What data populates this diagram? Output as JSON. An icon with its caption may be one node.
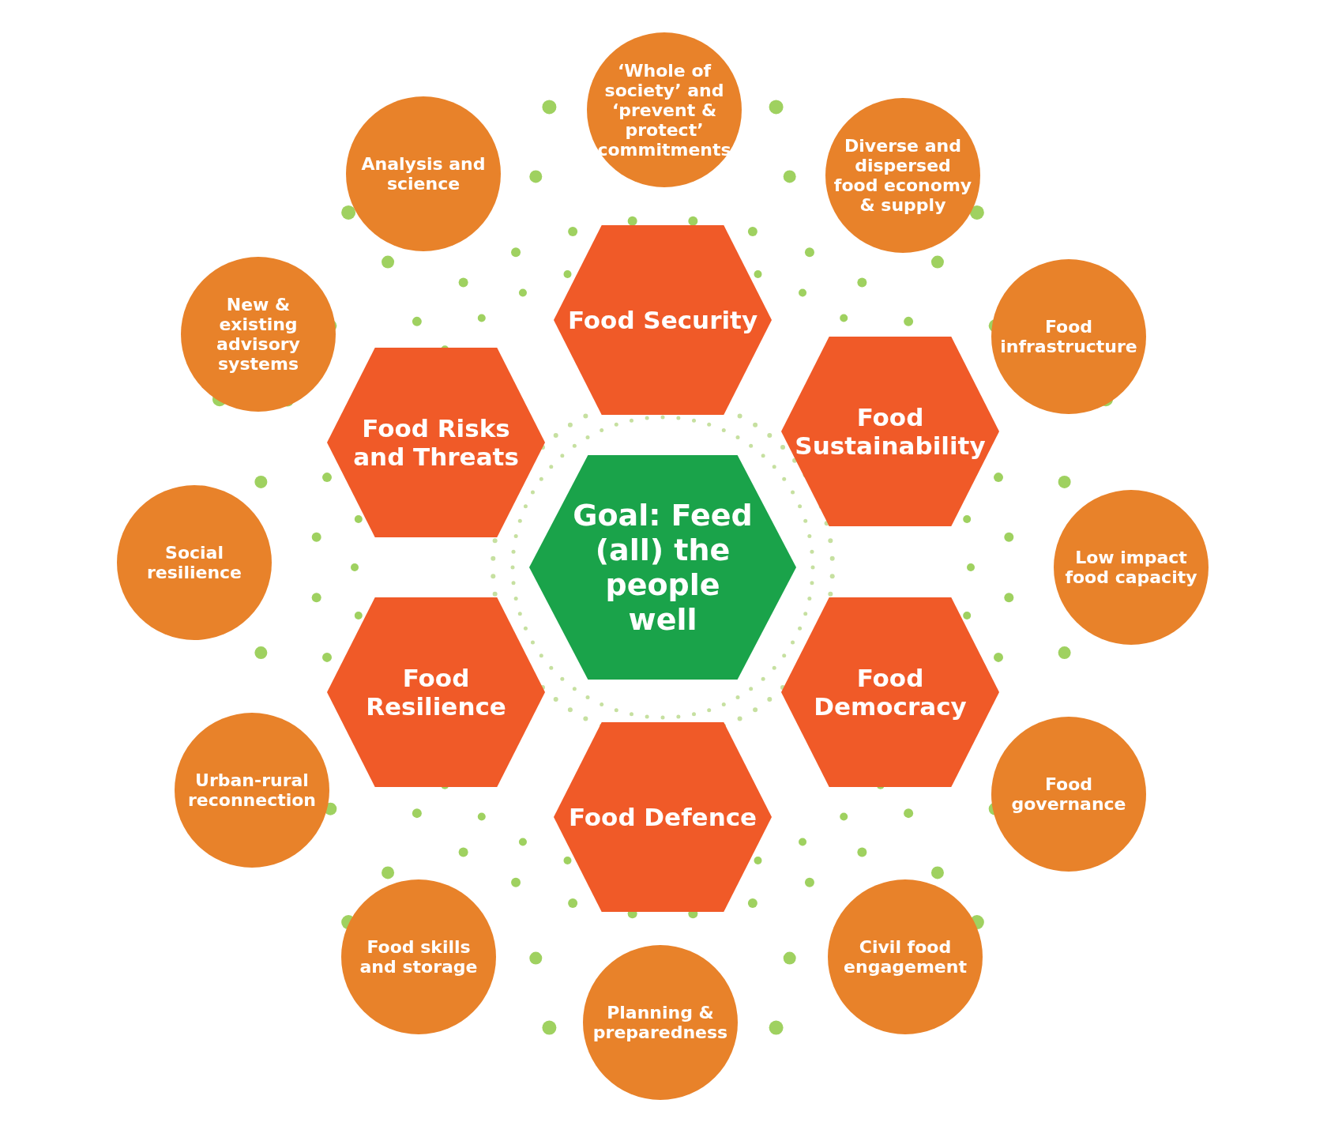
{
  "diagram": {
    "nodes": [
      {
        "text": [
          "Goal: Feed (all) the people well"
        ]
      },
      {
        "text": [
          "Food Security"
        ]
      },
      {
        "text": [
          "Food Sustainability"
        ]
      },
      {
        "text": [
          "Food Democracy"
        ]
      },
      {
        "text": [
          "Food Defence"
        ]
      },
      {
        "text": [
          "Food Resilience"
        ]
      },
      {
        "text": [
          "Food Risks and Threats"
        ]
      },
      {
        "text": [
          "‘Whole of society’ and ‘prevent & protect’ commitments"
        ]
      },
      {
        "text": [
          "Diverse and dispersed food economy & supply"
        ]
      },
      {
        "text": [
          "Food infrastructure"
        ]
      },
      {
        "text": [
          "Low impact food capacity"
        ]
      },
      {
        "text": [
          "Food governance"
        ]
      },
      {
        "text": [
          "Civil food engagement"
        ]
      },
      {
        "text": [
          "Planning & preparedness"
        ]
      },
      {
        "text": [
          "Food skills and storage"
        ]
      },
      {
        "text": [
          "Urban-rural reconnection"
        ]
      },
      {
        "text": [
          "Social resilience"
        ]
      },
      {
        "text": [
          "New & existing advisory systems"
        ]
      },
      {
        "text": [
          "Analysis and science"
        ]
      }
    ],
    "edges": []
  }
}
